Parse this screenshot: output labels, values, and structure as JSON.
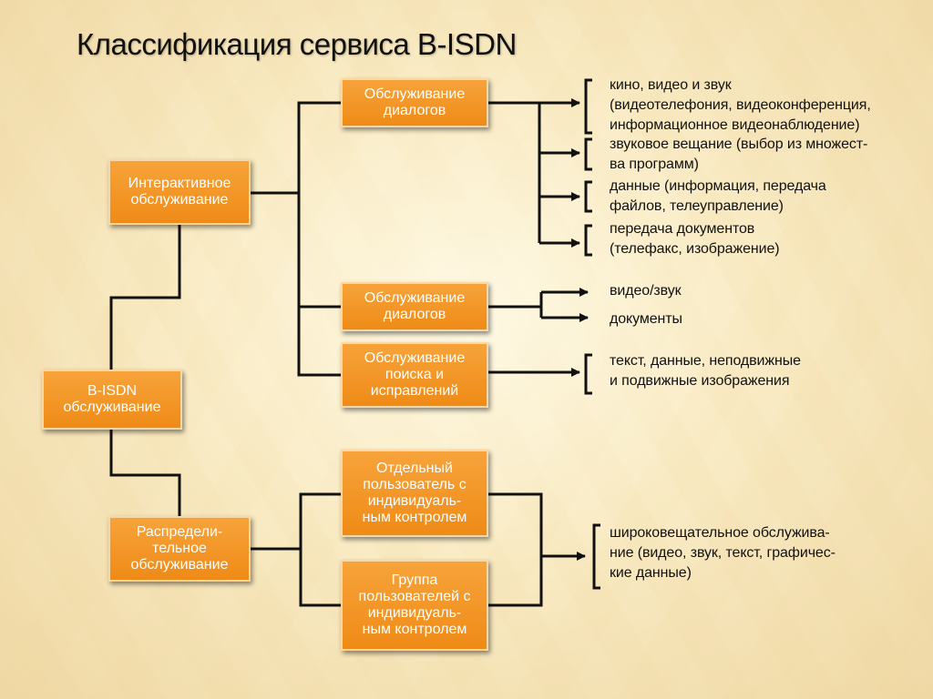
{
  "title": "Классификация сервиса B-ISDN",
  "nodes": {
    "root": "B-ISDN\nобслуживание",
    "interactive": "Интерактивное\nобслуживание",
    "distributed": "Распредели-\nтельное\nобслуживание",
    "dialog1": "Обслуживание\nдиалогов",
    "dialog2": "Обслуживание\nдиалогов",
    "search": "Обслуживание\nпоиска и\nисправлений",
    "single_user": "Отдельный\nпользователь с\nиндивидуаль-\nным контролем",
    "user_group": "Группа\nпользователей с\nиндивидуаль-\nным контролем"
  },
  "labels": {
    "cinema": "кино, видео и звук\n(видеотелефония, видеоконференция,\nинформационное видеонаблюдение)",
    "audio": "звуковое вещание (выбор из множест-\nва программ)",
    "data": "данные (информация, передача\nфайлов, телеуправление)",
    "docs": "передача документов\n(телефакс, изображение)",
    "video_sound": "видео/звук",
    "documents": "документы",
    "text_data": "текст, данные, неподвижные\nи подвижные изображения",
    "broadcast": "широковещательное обслужива-\nние (видео, звук, текст, графичес-\nкие данные)"
  }
}
